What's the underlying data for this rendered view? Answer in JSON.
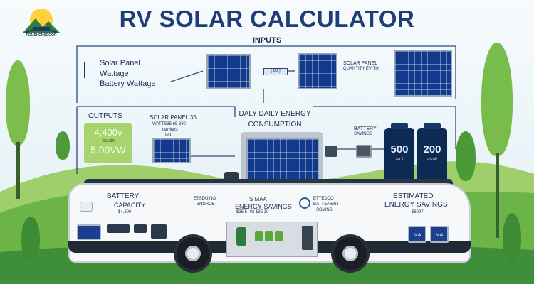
{
  "title": "RV SOLAR CALCULATOR",
  "inputs_header": "INPUTS",
  "logo_text": "PGUSHENSCOOR",
  "inputs": {
    "solar_panel_label": "Solar Panel",
    "wattage_label": "Wattage",
    "battery_wattage_label": "Battery Wattage",
    "meter_text": "[ 88 ]",
    "right_panel_label": "SOLAR PANEL",
    "right_panel_sub": "QUANTITY EVITIY"
  },
  "outputs": {
    "header": "OUTPUTS",
    "value_1": "4,400v",
    "value_2": "5.00VW",
    "small_label": "Sobdh",
    "solar_panel_label": "SOLAR PANEL",
    "solar_panel_num": "35",
    "solar_panel_sub": "WATTS35 65 380",
    "solar_panel_sub2": "tatr ttats",
    "solar_panel_sub3": "tett"
  },
  "daily": {
    "label": "DALY DAILY ENERGY",
    "label2": "CONSUMPTION"
  },
  "battery_savings": {
    "label": "BATTERY",
    "label2": "SAVINGS",
    "battery_1": "500",
    "battery_1_unit": "aa.ll",
    "battery_2": "200",
    "battery_2_unit": "alvalt"
  },
  "bus": {
    "battery_capacity_1": "BATTERY",
    "battery_capacity_2": "CAPACITY",
    "battery_capacity_val": "$4,600",
    "sub_label_1": "ETSDUINO",
    "sub_label_2": "ENNROE",
    "energy_savings_1": "S MAA",
    "energy_savings_2": "ENERGY SAVINGS",
    "energy_savings_val": "$35 5 -03 $35 30",
    "battery_label_1": "ETTEDCO",
    "battery_label_2": "BATT:ENERT",
    "battery_label_3": "SOVINS",
    "estimated_1": "ESTIMATED",
    "estimated_2": "ENERGY SAVINGS",
    "estimated_val": "$6097",
    "screen_text_1": "MA",
    "screen_text_2": "MA"
  }
}
